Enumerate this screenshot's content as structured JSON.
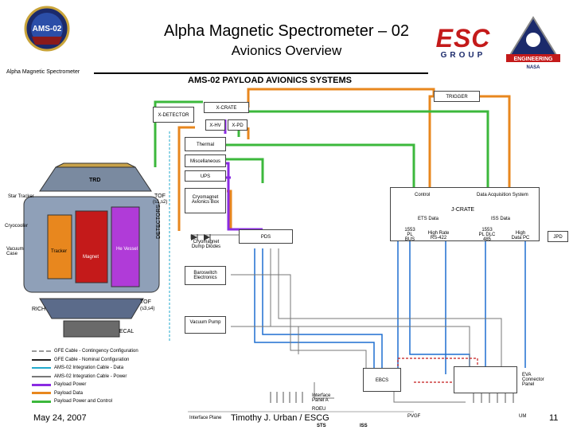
{
  "header": {
    "title": "Alpha Magnetic Spectrometer – 02",
    "subtitle": "Avionics Overview",
    "tagline": "Alpha Magnetic Spectrometer"
  },
  "logos": {
    "ams": "AMS-02",
    "esc_top": "ESC",
    "esc_bottom": "GROUP",
    "engineering": "ENGINEERING",
    "nasa": "NASA"
  },
  "diagram": {
    "title": "AMS-02 PAYLOAD AVIONICS SYSTEMS",
    "boxes": {
      "x_detector": "X-DETECTOR",
      "x_crate": "X-CRATE",
      "x_hv": "X-HV",
      "x_pd": "X-PD",
      "trigger": "TRIGGER",
      "thermal": "Thermal",
      "miscellaneous": "Miscellaneous",
      "ups": "UPS",
      "cryomagnet_avionics": "Cryomagnet Avionics Box",
      "cryomagnet_dump": "Cryomagnet Dump Diodes",
      "pds": "PDS",
      "baseswitch": "Baroswitch Electronics",
      "vacuum_pump": "Vacuum Pump",
      "j_crate": "J-CRATE",
      "control": "Control",
      "daq": "Data Acquisition System",
      "jpd": "JPD",
      "ebcs": "EBCS",
      "eva_panel": "EVA Connector Panel"
    },
    "crate_labels": {
      "ets_data": "ETS Data",
      "iss_data": "ISS Data",
      "col1": "1553 PL BUS",
      "col2": "High Rate RS-422",
      "col3": "1553 PL DLC 485",
      "col4": "High Data PC"
    },
    "detector_labels": {
      "trd": "TRD",
      "star_tracker": "Star Tracker",
      "cryocooler": "Cryocooler",
      "vacuum_case": "Vacuum Case",
      "tracker": "Tracker",
      "magnet": "Magnet",
      "he_vessel": "He Vessel",
      "tof_top": "TOF",
      "tof_top_sub": "(s1,s2)",
      "tof_bottom": "TOF",
      "tof_bottom_sub": "(s3,s4)",
      "rich": "RICH",
      "ecal": "ECAL",
      "detectors": "DETECTORS"
    },
    "bottom_labels": {
      "interface_plane": "Interface Plane",
      "interface_panel": "Interface Panel A",
      "roeu": "ROEU",
      "pvgf": "PVGF",
      "um": "UM",
      "sts": "STS",
      "iss": "ISS",
      "power_control": "Payload Power and Control"
    },
    "colors": {
      "orange": "#e8871e",
      "green": "#3cb83c",
      "purple": "#8a2be2",
      "blue": "#1e6fd0",
      "grey": "#777777",
      "cyan": "#22aacc"
    }
  },
  "legend": [
    {
      "label": "GFE Cable - Contingency Configuration",
      "color": "#999999",
      "style": "dashed"
    },
    {
      "label": "GFE Cable - Nominal Configuration",
      "color": "#222222",
      "style": "solid"
    },
    {
      "label": "AMS-02 Integration Cable - Data",
      "color": "#22aacc",
      "style": "solid"
    },
    {
      "label": "AMS-02 Integration Cable - Power",
      "color": "#777777",
      "style": "solid"
    },
    {
      "label": "Payload Power",
      "color": "#8a2be2",
      "style": "solid"
    },
    {
      "label": "Payload Data",
      "color": "#e8871e",
      "style": "solid"
    },
    {
      "label": "Payload Power and Control",
      "color": "#3cb83c",
      "style": "solid"
    }
  ],
  "footer": {
    "date": "May 24, 2007",
    "author": "Timothy J. Urban / ESCG",
    "page": "11"
  }
}
